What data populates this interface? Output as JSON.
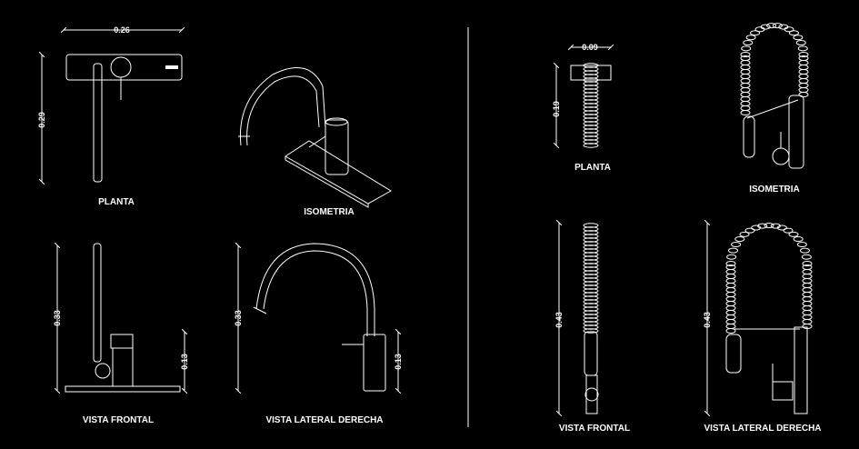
{
  "left_set": {
    "planta": {
      "label": "PLANTA",
      "width_dim": "0.26",
      "height_dim": "0.29"
    },
    "isometria": {
      "label": "ISOMETRIA"
    },
    "frontal": {
      "label": "VISTA FRONTAL",
      "height_dim": "0.33",
      "base_dim": "0.13"
    },
    "lateral": {
      "label": "VISTA LATERAL DERECHA",
      "height_dim": "0.33",
      "base_dim": "0.13"
    }
  },
  "right_set": {
    "planta": {
      "label": "PLANTA",
      "width_dim": "0.09",
      "height_dim": "0.19"
    },
    "isometria": {
      "label": "ISOMETRIA"
    },
    "frontal": {
      "label": "VISTA FRONTAL",
      "height_dim": "0.43"
    },
    "lateral": {
      "label": "VISTA LATERAL DERECHA",
      "height_dim": "0.43"
    }
  },
  "colors": {
    "background": "#000000",
    "line": "#ffffff"
  }
}
